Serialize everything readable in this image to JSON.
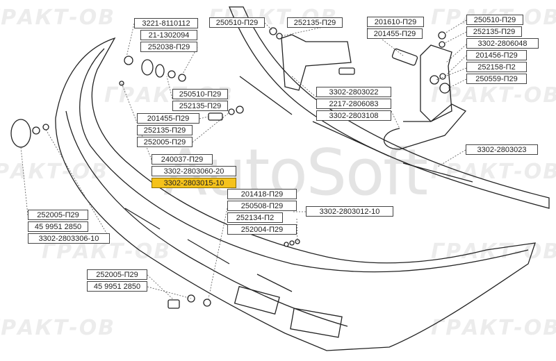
{
  "watermark": {
    "brand": "ГРАКТ-ОВ",
    "overlay": "AutoSoft"
  },
  "highlight_color": "#f5c21b",
  "labels": {
    "l01": "3221-8110112",
    "l02": "21-1302094",
    "l03": "252038-П29",
    "l04": "250510-П29",
    "l05": "252135-П29",
    "l06": "201610-П29",
    "l07": "201455-П29",
    "l08": "250510-П29",
    "l09": "252135-П29",
    "l10": "3302-2806048",
    "l11": "201456-П29",
    "l12": "252158-П2",
    "l13": "250559-П29",
    "l14": "3302-2803022",
    "l15": "2217-2806083",
    "l16": "3302-2803108",
    "l17": "250510-П29",
    "l18": "252135-П29",
    "l19": "201455-П29",
    "l20": "252135-П29",
    "l21": "252005-П29",
    "l22": "3302-2803023",
    "l23": "240037-П29",
    "l24": "3302-2803060-20",
    "l25": "3302-2803015-10",
    "l26": "201418-П29",
    "l27": "250508-П29",
    "l28": "252134-П2",
    "l29": "252004-П29",
    "l30": "3302-2803012-10",
    "l31": "252005-П29",
    "l32": "45 9951 2850",
    "l33": "3302-2803306-10",
    "l34": "252005-П29",
    "l35": "45 9951 2850"
  }
}
